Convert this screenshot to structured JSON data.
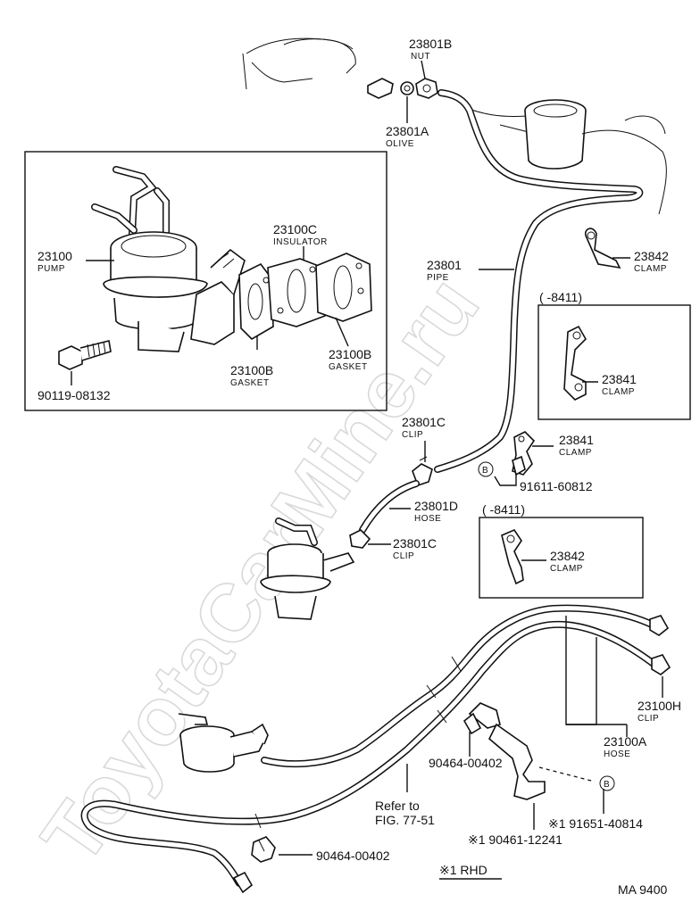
{
  "watermark": "ToyotaCarMine.ru",
  "labels": {
    "nut": {
      "number": "23801B",
      "name": "NUT"
    },
    "olive": {
      "number": "23801A",
      "name": "OLIVE"
    },
    "pump": {
      "number": "23100",
      "name": "PUMP"
    },
    "insulator": {
      "number": "23100C",
      "name": "INSULATOR"
    },
    "gasket_b": {
      "number": "23100B",
      "name": "GASKET"
    },
    "gasket_b2": {
      "number": "23100B",
      "name": "GASKET"
    },
    "bolt": {
      "number": "90119-08132"
    },
    "pipe": {
      "number": "23801",
      "name": "PIPE"
    },
    "clamp_23842_top": {
      "number": "23842",
      "name": "CLAMP"
    },
    "clamp_23841_box": {
      "number": "23841",
      "name": "CLAMP"
    },
    "clamp_23841_mid": {
      "number": "23841",
      "name": "CLAMP"
    },
    "clip_23801c_top": {
      "number": "23801C",
      "name": "CLIP"
    },
    "bolt_91611": {
      "number": "91611-60812"
    },
    "hose_23801d": {
      "number": "23801D",
      "name": "HOSE"
    },
    "clip_23801c_bottom": {
      "number": "23801C",
      "name": "CLIP"
    },
    "clamp_23842_box": {
      "number": "23842",
      "name": "CLAMP"
    },
    "clip_23100h": {
      "number": "23100H",
      "name": "CLIP"
    },
    "hose_23100a": {
      "number": "23100A",
      "name": "HOSE"
    },
    "clip_90464_a": {
      "number": "90464-00402"
    },
    "clip_90464_b": {
      "number": "90464-00402"
    },
    "screw_91651": {
      "number": "※1 91651-40814"
    },
    "bracket_90461": {
      "number": "※1 90461-12241"
    },
    "refer_line1": "Refer to",
    "refer_line2": "FIG. 77-51",
    "box1_header": "(         -8411)",
    "box2_header": "(         -8411)",
    "circle_b1": "B",
    "circle_b2": "B",
    "footnote": "※1 RHD",
    "code": "MA  9400"
  }
}
